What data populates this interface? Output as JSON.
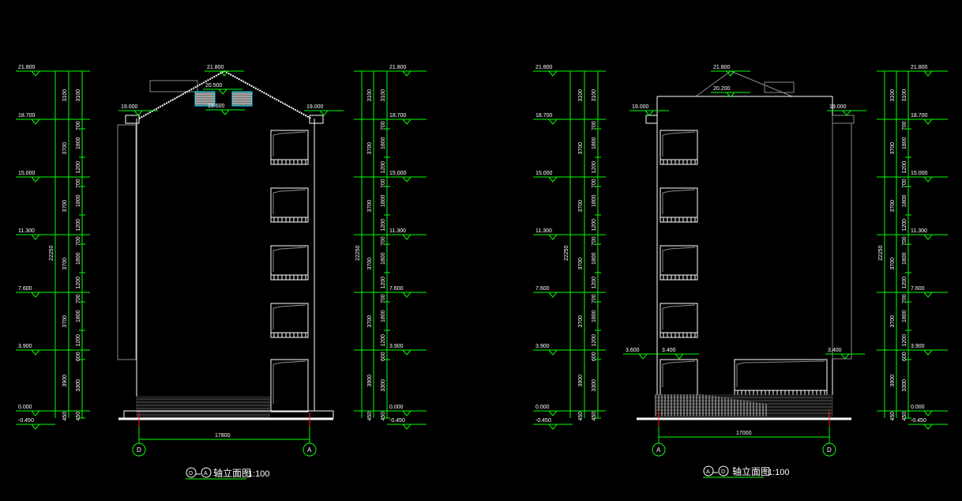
{
  "colors": {
    "dim": "#00ff00",
    "wall": "#ffffff",
    "grey": "#8a8a8a",
    "vent": "#00e5ff",
    "axis_red": "#ff2020",
    "bg": "#000000"
  },
  "levels": [
    "21.800",
    "18.700",
    "15.000",
    "11.300",
    "7.600",
    "3.900",
    "0.000",
    "-0.450"
  ],
  "chain_floor": [
    "3100",
    "3700",
    "3700",
    "3700",
    "3700",
    "3900",
    "450"
  ],
  "chain_detail": [
    "3100",
    "700",
    "1800",
    "1200",
    "700",
    "1800",
    "1200",
    "700",
    "1800",
    "1200",
    "700",
    "1800",
    "1200",
    "600",
    "3300",
    "450"
  ],
  "overall": "22250",
  "left_elev": {
    "ridge": "21.800",
    "vent_top": "20.500",
    "vent_bottom": "19.600",
    "eave_left": "19.000",
    "eave_right": "19.000",
    "width_dim": "17800",
    "axis_left": "D",
    "axis_right": "A",
    "title_a": "D",
    "title_b": "A",
    "title_text": "轴立面图",
    "scale": "1:100"
  },
  "right_elev": {
    "ridge": "21.800",
    "parapet": "20.200",
    "eave_left": "19.000",
    "eave_right": "19.000",
    "canopy_1": "3.600",
    "canopy_2": "3.400",
    "canopy_3": "3.400",
    "width_dim": "17000",
    "axis_left": "A",
    "axis_right": "D",
    "title_a": "A",
    "title_b": "D",
    "title_text": "轴立面图",
    "scale": "1:100"
  }
}
